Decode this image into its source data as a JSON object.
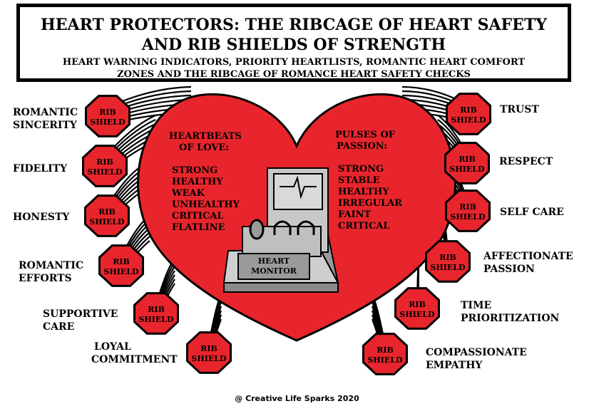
{
  "title": {
    "line1": "HEART PROTECTORS: THE RIBCAGE OF HEART SAFETY",
    "line2": "AND RIB SHIELDS OF STRENGTH",
    "sub1": "HEART WARNING INDICATORS, PRIORITY HEARTLISTS, ROMANTIC HEART COMFORT",
    "sub2": "ZONES AND THE RIBCAGE OF ROMANCE HEART SAFETY CHECKS"
  },
  "shield_label": [
    "RIB",
    "SHIELD"
  ],
  "left_ribs": [
    {
      "line1": "ROMANTIC",
      "line2": "SINCERITY"
    },
    {
      "line1": "FIDELITY",
      "line2": ""
    },
    {
      "line1": "HONESTY",
      "line2": ""
    },
    {
      "line1": "ROMANTIC",
      "line2": "EFFORTS"
    },
    {
      "line1": "SUPPORTIVE",
      "line2": "CARE"
    },
    {
      "line1": "LOYAL",
      "line2": "COMMITMENT"
    }
  ],
  "right_ribs": [
    {
      "line1": "TRUST",
      "line2": ""
    },
    {
      "line1": "RESPECT",
      "line2": ""
    },
    {
      "line1": "SELF CARE",
      "line2": ""
    },
    {
      "line1": "AFFECTIONATE",
      "line2": "PASSION"
    },
    {
      "line1": "TIME",
      "line2": "PRIORITIZATION"
    },
    {
      "line1": "COMPASSIONATE",
      "line2": "EMPATHY"
    }
  ],
  "heartbeats": {
    "heading1": "HEARTBEATS",
    "heading2": "OF LOVE:",
    "items": [
      "STRONG",
      "HEALTHY",
      "WEAK",
      "UNHEALTHY",
      "CRITICAL",
      "FLATLINE"
    ]
  },
  "pulses": {
    "heading1": "PULSES OF",
    "heading2": "PASSION:",
    "items": [
      "STRONG",
      "STABLE",
      "HEALTHY",
      "IRREGULAR",
      "FAINT",
      "CRITICAL"
    ]
  },
  "monitor": {
    "line1": "HEART",
    "line2": "MONITOR"
  },
  "footer": "@ Creative Life Sparks 2020",
  "colors": {
    "heart": "#e8252c",
    "shield": "#e8252c",
    "outline": "#000000",
    "monitor": "#b3b3b3"
  }
}
